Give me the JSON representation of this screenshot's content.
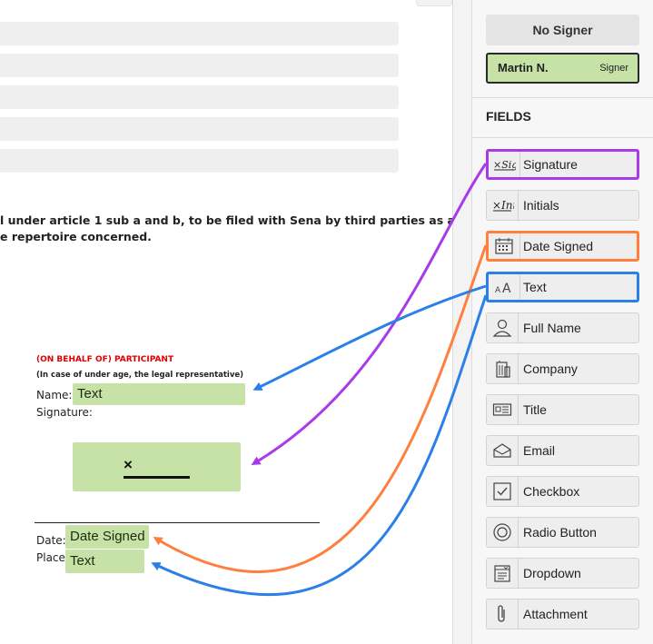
{
  "document": {
    "paragraph_lines": [
      "l under article 1 sub a and b, to be filed with Sena by third parties as a",
      "e repertoire concerned."
    ],
    "participant_heading": "(ON BEHALF OF) PARTICIPANT",
    "participant_note": "(In case of under age, the legal representative)",
    "name_label": "Name:",
    "name_field": "Text",
    "signature_label": "Signature:",
    "signature_mark": "×",
    "date_label": "Date:",
    "date_field": "Date Signed",
    "place_label": "Place:",
    "place_field": "Text"
  },
  "sidebar": {
    "no_signer_label": "No Signer",
    "signer": {
      "name": "Martin N.",
      "role": "Signer"
    },
    "fields_heading": "FIELDS",
    "fields": [
      {
        "label": "Signature",
        "icon": "signature-icon",
        "highlight": "#a93ae8"
      },
      {
        "label": "Initials",
        "icon": "initials-icon"
      },
      {
        "label": "Date Signed",
        "icon": "calendar-icon",
        "highlight": "#ff7f3f"
      },
      {
        "label": "Text",
        "icon": "text-icon",
        "highlight": "#2b7fe8"
      },
      {
        "label": "Full Name",
        "icon": "person-icon"
      },
      {
        "label": "Company",
        "icon": "building-icon"
      },
      {
        "label": "Title",
        "icon": "id-card-icon"
      },
      {
        "label": "Email",
        "icon": "envelope-icon"
      },
      {
        "label": "Checkbox",
        "icon": "checkbox-icon"
      },
      {
        "label": "Radio Button",
        "icon": "radio-icon"
      },
      {
        "label": "Dropdown",
        "icon": "dropdown-icon"
      },
      {
        "label": "Attachment",
        "icon": "paperclip-icon"
      }
    ]
  },
  "colors": {
    "field_green": "#c6e2a7",
    "signature_arrow": "#a93ae8",
    "date_arrow": "#ff7f3f",
    "text_arrow": "#2b7fe8"
  }
}
